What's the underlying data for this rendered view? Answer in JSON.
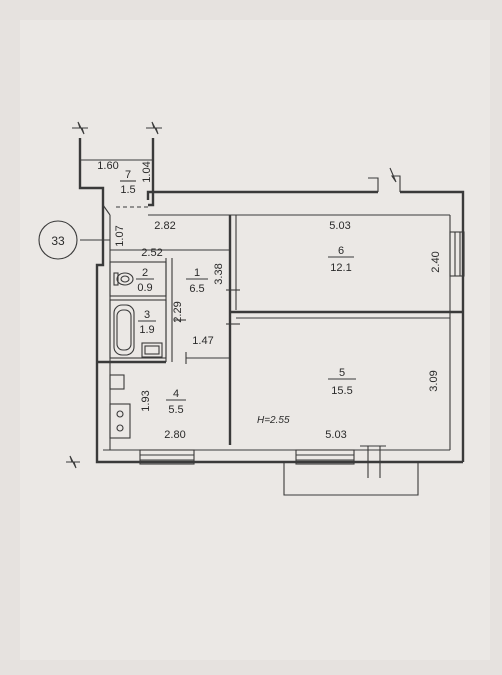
{
  "plan": {
    "callout_number": "33",
    "height_note": "H=2.55"
  },
  "rooms": [
    {
      "id": "7",
      "area": "1.5"
    },
    {
      "id": "2",
      "area": "0.9"
    },
    {
      "id": "1",
      "area": "6.5"
    },
    {
      "id": "3",
      "area": "1.9"
    },
    {
      "id": "4",
      "area": "5.5"
    },
    {
      "id": "6",
      "area": "12.1"
    },
    {
      "id": "5",
      "area": "15.5"
    }
  ],
  "dimensions": [
    "1.60",
    "1.04",
    "2.82",
    "5.03",
    "1.07",
    "2.52",
    "3.38",
    "2.40",
    "2.29",
    "1.47",
    "1.93",
    "3.09",
    "2.80",
    "5.03"
  ]
}
